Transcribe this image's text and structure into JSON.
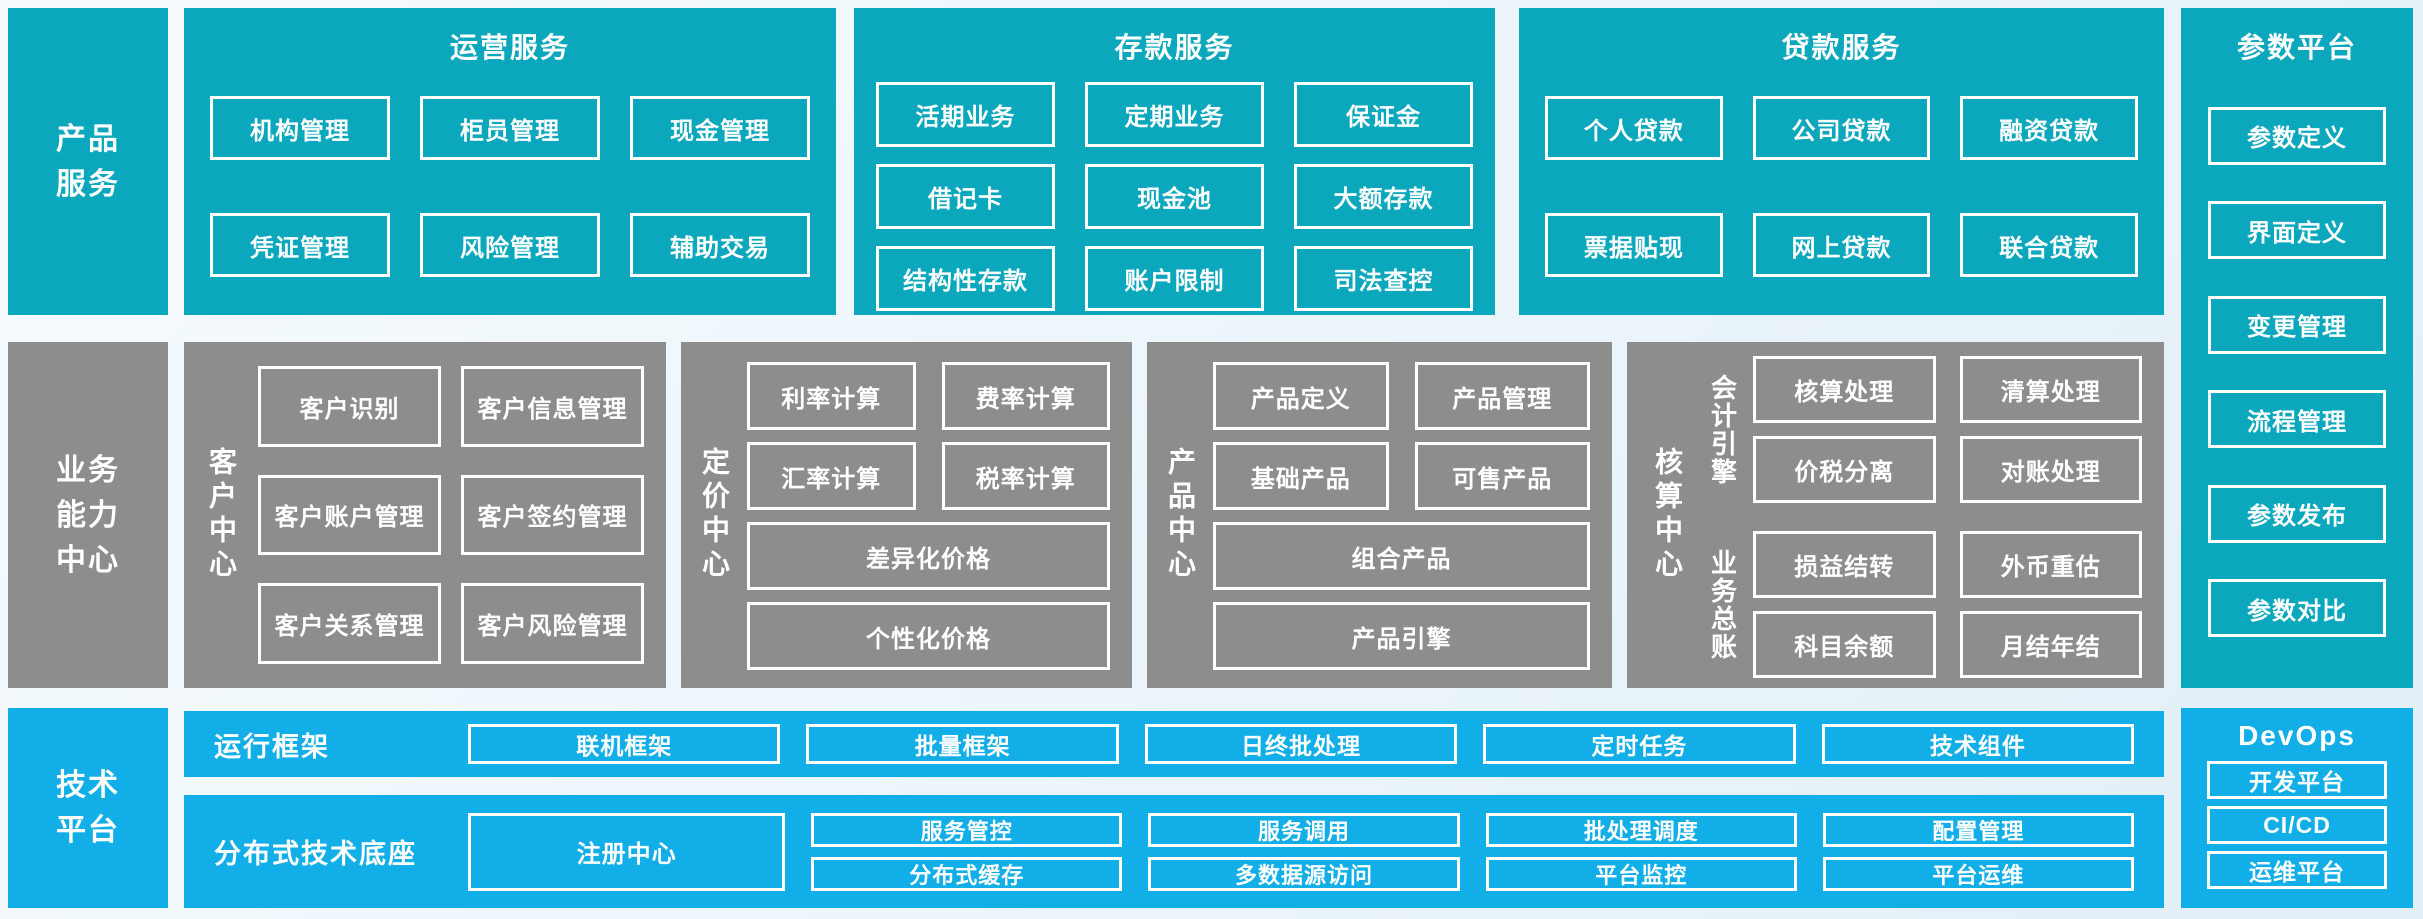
{
  "palette": {
    "teal": "#0ba7bd",
    "gray": "#8d8d8d",
    "blue": "#12aee8",
    "text": "#ffffff",
    "bg_start": "#f6fbfe",
    "bg_end": "#e2eff7"
  },
  "sidebars": {
    "products": {
      "label": "产品\n服务"
    },
    "capability": {
      "label": "业务\n能力\n中心"
    },
    "tech": {
      "label": "技术\n平台"
    }
  },
  "product_services": {
    "operations": {
      "title": "运营服务",
      "items": [
        "机构管理",
        "柜员管理",
        "现金管理",
        "凭证管理",
        "风险管理",
        "辅助交易"
      ]
    },
    "deposits": {
      "title": "存款服务",
      "items": [
        "活期业务",
        "定期业务",
        "保证金",
        "借记卡",
        "现金池",
        "大额存款",
        "结构性存款",
        "账户限制",
        "司法查控"
      ]
    },
    "loans": {
      "title": "贷款服务",
      "items": [
        "个人贷款",
        "公司贷款",
        "融资贷款",
        "票据贴现",
        "网上贷款",
        "联合贷款"
      ]
    },
    "params": {
      "title": "参数平台",
      "items": [
        "参数定义",
        "界面定义",
        "变更管理",
        "流程管理",
        "参数发布",
        "参数对比"
      ]
    }
  },
  "capability_centers": {
    "customer": {
      "label": "客户中心",
      "items": [
        "客户识别",
        "客户信息管理",
        "客户账户管理",
        "客户签约管理",
        "客户关系管理",
        "客户风险管理"
      ]
    },
    "pricing": {
      "label": "定价中心",
      "items": [
        "利率计算",
        "费率计算",
        "汇率计算",
        "税率计算"
      ],
      "wide_items": [
        "差异化价格",
        "个性化价格"
      ]
    },
    "product": {
      "label": "产品中心",
      "items": [
        "产品定义",
        "产品管理",
        "基础产品",
        "可售产品"
      ],
      "wide_items": [
        "组合产品",
        "产品引擎"
      ]
    },
    "accounting": {
      "label": "核算中心",
      "groups": [
        {
          "label": "会计引擎",
          "items": [
            "核算处理",
            "清算处理",
            "价税分离",
            "对账处理"
          ]
        },
        {
          "label": "业务总账",
          "items": [
            "损益结转",
            "外币重估",
            "科目余额",
            "月结年结"
          ]
        }
      ]
    }
  },
  "tech_platform": {
    "runtime": {
      "label": "运行框架",
      "items": [
        "联机框架",
        "批量框架",
        "日终批处理",
        "定时任务",
        "技术组件"
      ]
    },
    "distributed": {
      "label": "分布式技术底座",
      "registry": "注册中心",
      "top_items": [
        "服务管控",
        "服务调用",
        "批处理调度",
        "配置管理"
      ],
      "bottom_items": [
        "分布式缓存",
        "多数据源访问",
        "平台监控",
        "平台运维"
      ]
    },
    "devops": {
      "title": "DevOps",
      "items": [
        "开发平台",
        "CI/CD",
        "运维平台"
      ]
    }
  }
}
